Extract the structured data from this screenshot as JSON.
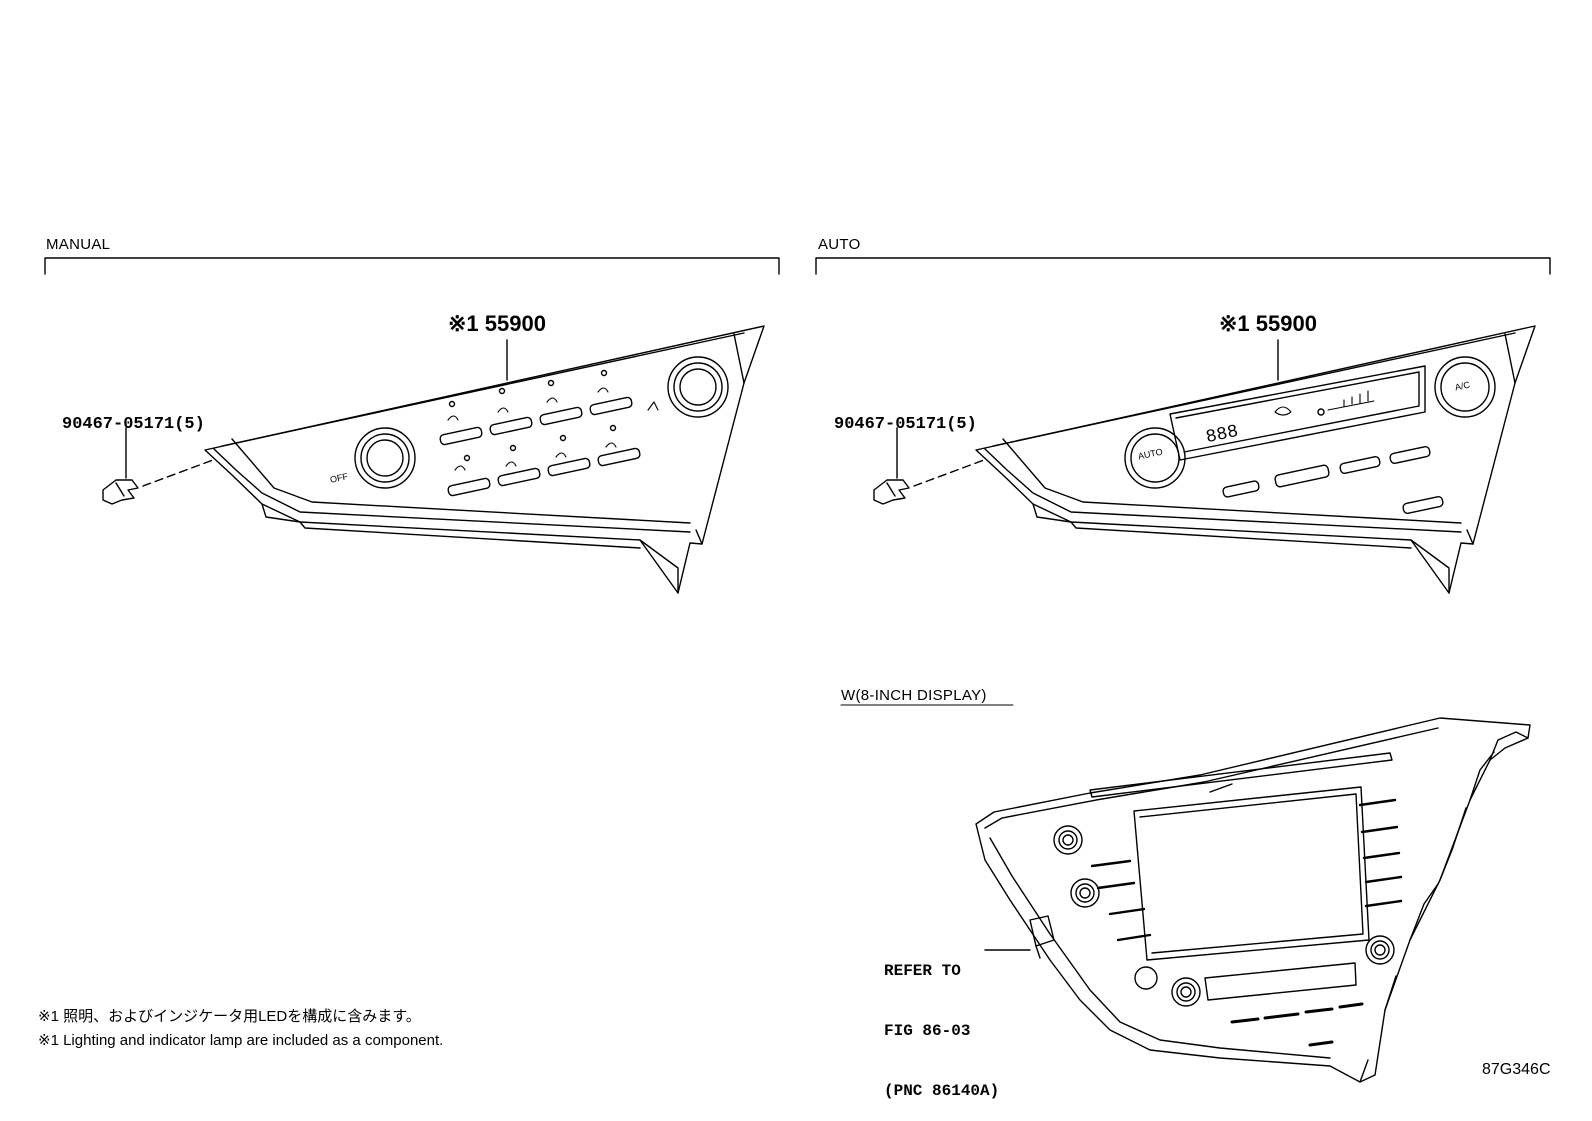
{
  "sections": {
    "manual": "MANUAL",
    "auto": "AUTO",
    "display": "W(8-INCH DISPLAY)"
  },
  "parts": {
    "manual_main": "※1 55900",
    "manual_clip": "90467-05171(5)",
    "auto_main": "※1 55900",
    "auto_clip": "90467-05171(5)"
  },
  "panel_text": {
    "manual_off": "OFF",
    "auto_knob": "AUTO",
    "ac_knob": "A/C",
    "auto_digits": "888"
  },
  "reference": {
    "line1": "REFER TO",
    "line2": "FIG 86-03",
    "line3": "(PNC 86140A)"
  },
  "notes": {
    "jp": "※1 照明、およびインジケータ用LEDを構成に含みます。",
    "en": "※1 Lighting and indicator lamp are included as a component."
  },
  "figure_id": "87G346C"
}
